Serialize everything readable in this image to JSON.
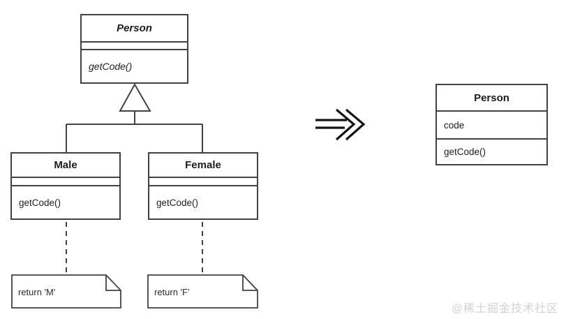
{
  "uml": {
    "abstract_person": {
      "name": "Person",
      "methods": [
        "getCode()"
      ]
    },
    "male": {
      "name": "Male",
      "methods": [
        "getCode()"
      ]
    },
    "female": {
      "name": "Female",
      "methods": [
        "getCode()"
      ]
    },
    "note_male": {
      "text": "return 'M'"
    },
    "note_female": {
      "text": "return 'F'"
    },
    "result_person": {
      "name": "Person",
      "attributes": [
        "code"
      ],
      "methods": [
        "getCode()"
      ]
    }
  },
  "icons": {
    "transform_arrow": "double-chevron-right-arrow",
    "inheritance": "hollow-triangle-generalization",
    "note_anchor": "small-circle"
  },
  "colors": {
    "line": "#414141",
    "arrow": "#141414",
    "text": "#1c1c1c",
    "background": "#ffffff",
    "watermark": "#d2d2d2"
  },
  "watermark": {
    "text": "@稀土掘金技术社区"
  }
}
